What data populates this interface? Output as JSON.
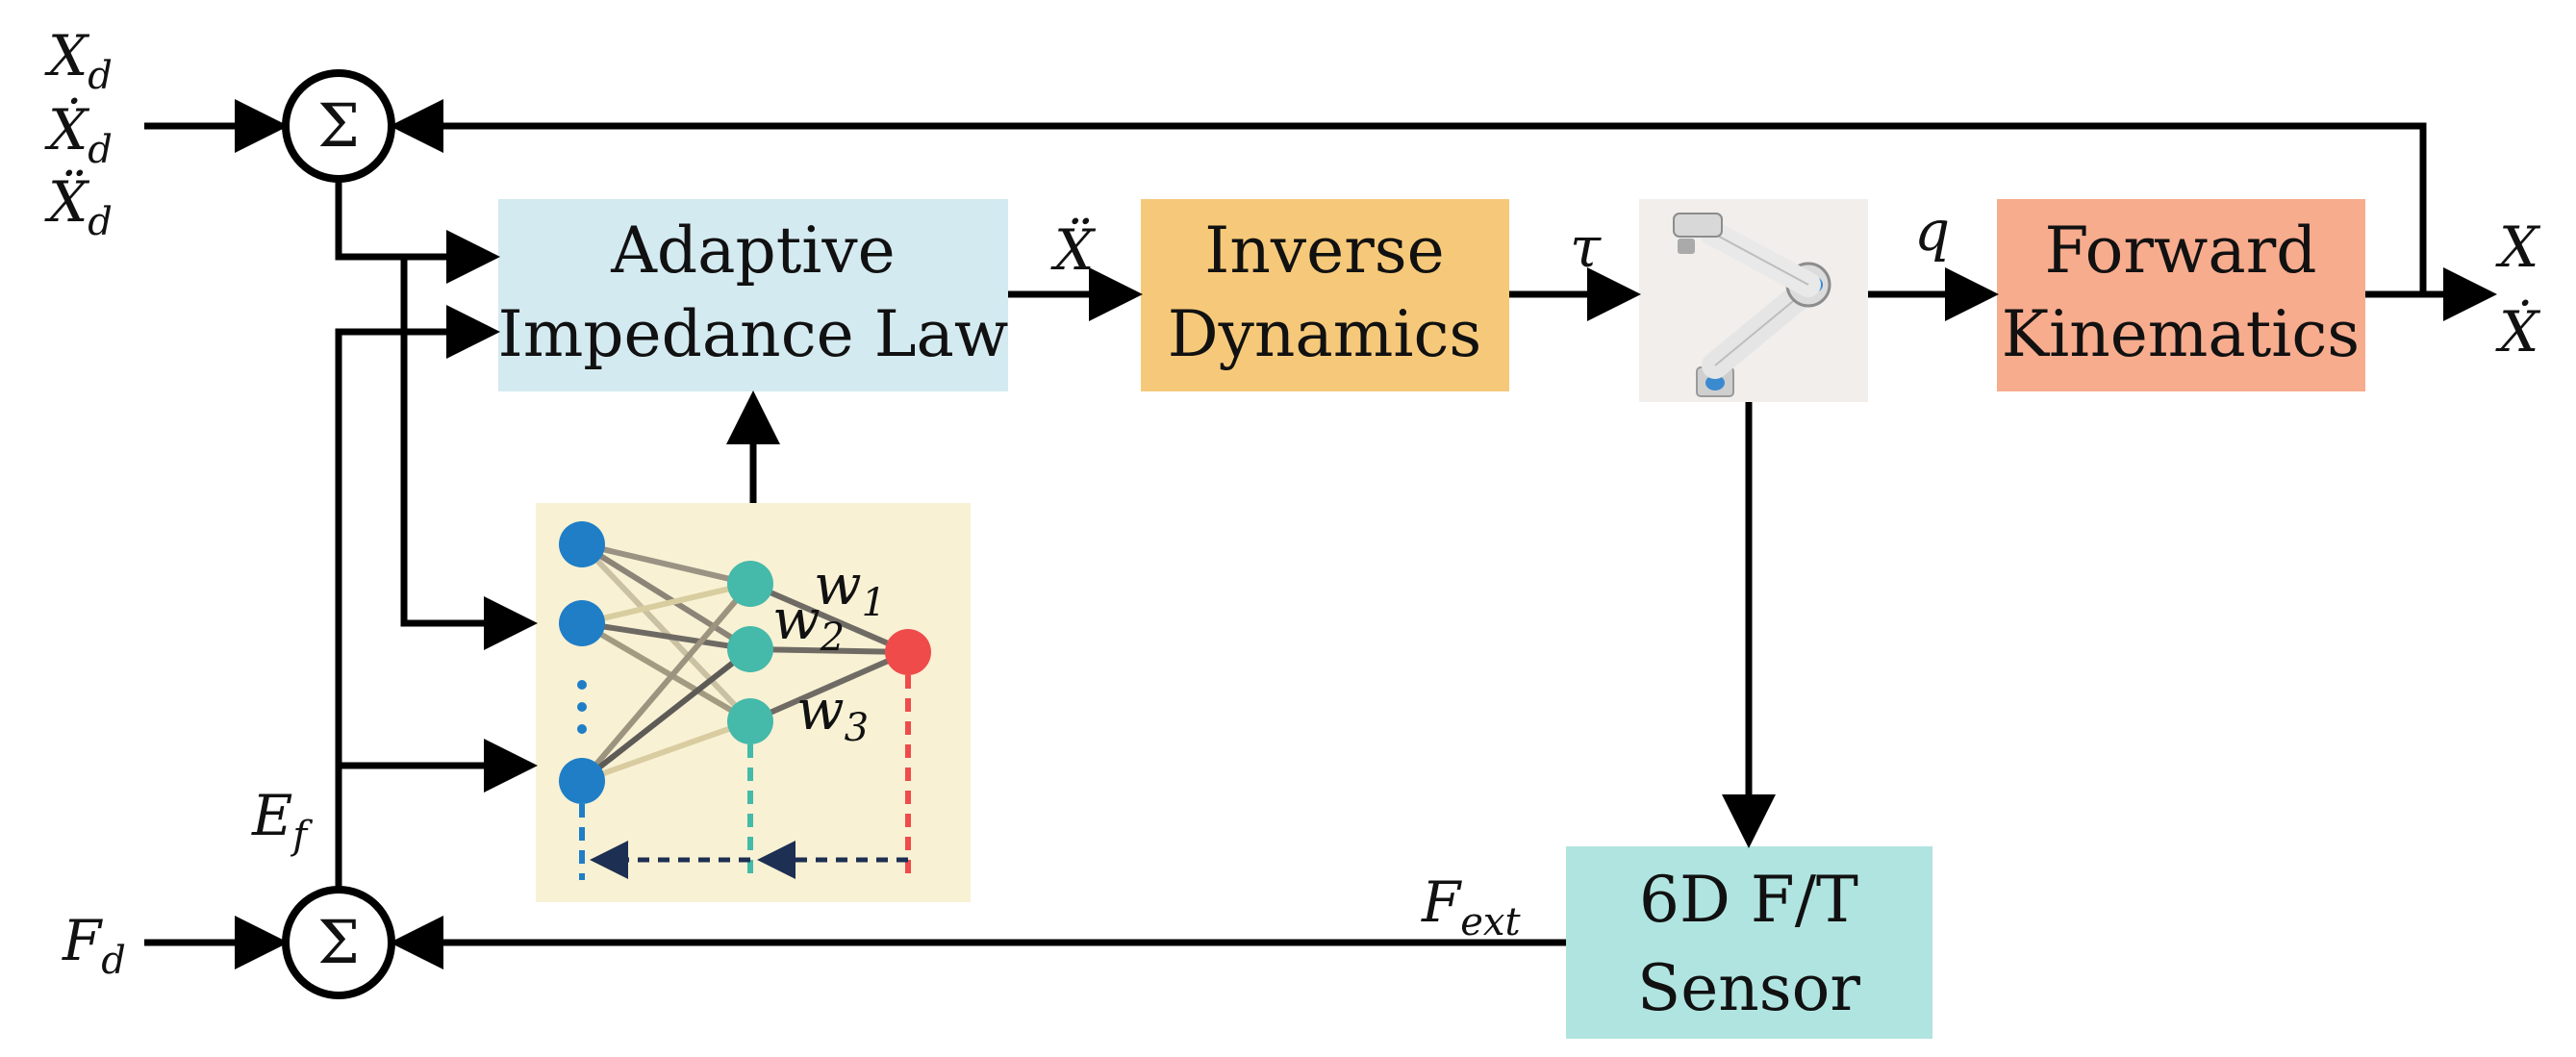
{
  "inputs": {
    "xd": "X",
    "xd_sub": "d",
    "xd_dot": "Ẋ",
    "xd_dot_sub": "d",
    "xd_ddot": "Ẍ",
    "xd_ddot_sub": "d",
    "fd": "F",
    "fd_sub": "d"
  },
  "summers": {
    "top_symbol": "Σ",
    "bottom_symbol": "Σ"
  },
  "blocks": {
    "impedance_line1": "Adaptive",
    "impedance_line2": "Impedance Law",
    "inverse_line1": "Inverse",
    "inverse_line2": "Dynamics",
    "forward_line1": "Forward",
    "forward_line2": "Kinematics",
    "sensor_line1": "6D F/T",
    "sensor_line2": "Sensor"
  },
  "signals": {
    "xddot": "Ẍ",
    "tau": "τ",
    "q": "q",
    "out_x": "X",
    "out_xdot": "Ẋ",
    "ef": "E",
    "ef_sub": "f",
    "fext": "F",
    "fext_sub": "ext"
  },
  "network": {
    "w1": "w",
    "w1_sub": "1",
    "w2": "w",
    "w2_sub": "2",
    "w3": "w",
    "w3_sub": "3"
  },
  "colors": {
    "impedance_fill": "#d4eaf1",
    "inverse_fill": "#f6c97a",
    "forward_fill": "#f7ac8e",
    "sensor_fill": "#b0e4e1",
    "nn_panel_fill": "#f8f1d4",
    "input_node": "#1f7ec6",
    "hidden_node": "#45b9aa",
    "output_node": "#ef4b4b",
    "backprop_arrow": "#1d2f52"
  }
}
